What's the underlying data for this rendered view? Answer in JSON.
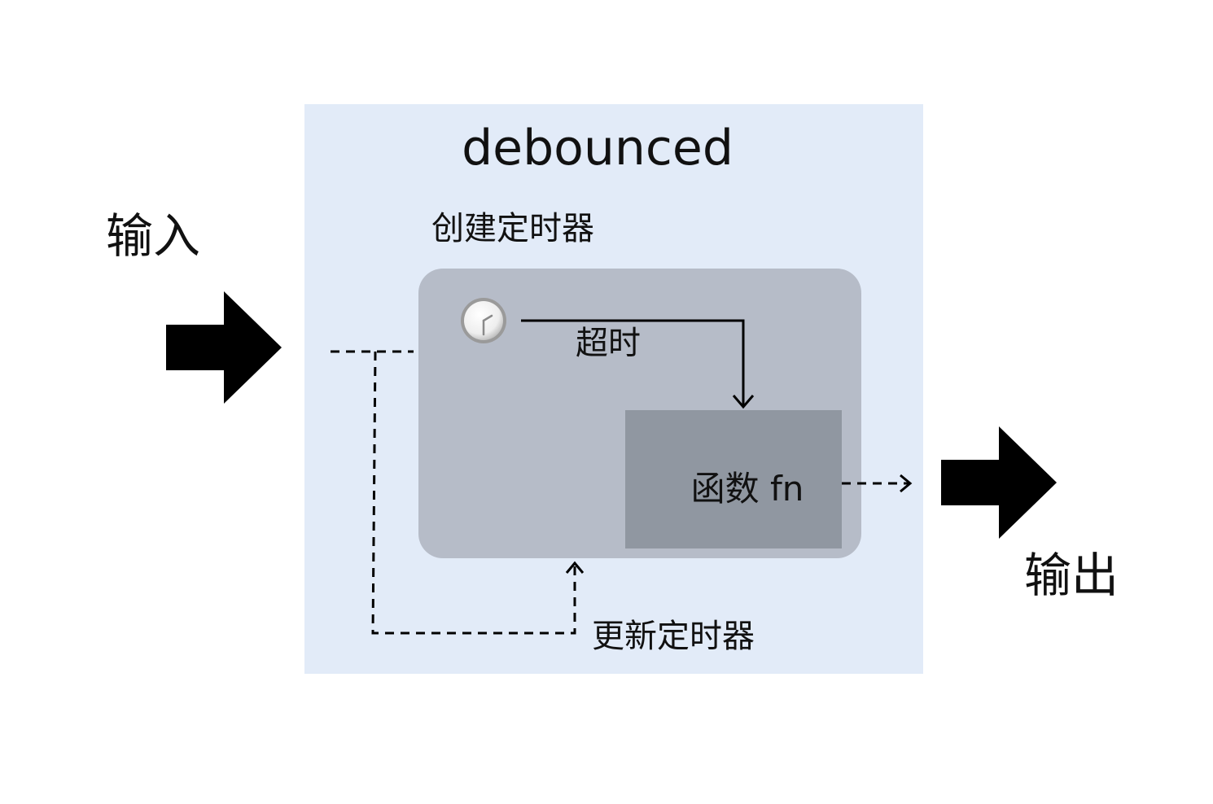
{
  "diagram": {
    "title": "debounced",
    "input_label": "输入",
    "output_label": "输出",
    "create_timer_label": "创建定时器",
    "timeout_label": "超时",
    "function_label": "函数 fn",
    "update_timer_label": "更新定时器"
  },
  "colors": {
    "panel": "#e2ebf8",
    "timer_box": "#b6bcc8",
    "function_box": "#9097a1",
    "arrows": "#000000",
    "lines": "#000000"
  },
  "icons": {
    "clock": "clock-icon",
    "input_arrow": "right-arrow-icon",
    "output_arrow": "right-arrow-icon"
  }
}
